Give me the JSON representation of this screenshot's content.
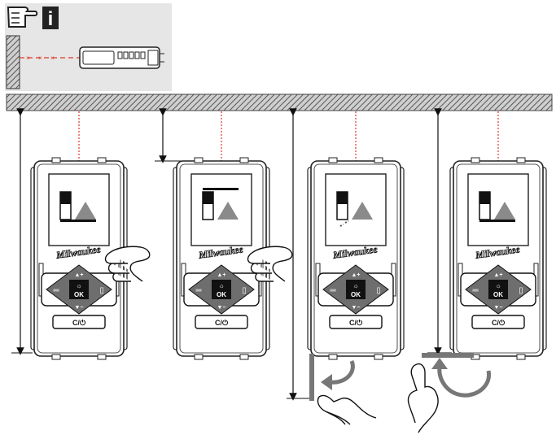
{
  "info_box": {
    "info_icon": "pointing-hand-info-icon",
    "info_letter": "i",
    "background": "#e6e6e6"
  },
  "devices": [
    {
      "brand": "Milwaukee",
      "ok_label": "OK",
      "clear_power_label": "C/⏻",
      "reference_mode": "rear-edge",
      "action": "press-reference-key"
    },
    {
      "brand": "Milwaukee",
      "ok_label": "OK",
      "clear_power_label": "C/⏻",
      "reference_mode": "front-edge",
      "action": "press-reference-key"
    },
    {
      "brand": "Milwaukee",
      "ok_label": "OK",
      "clear_power_label": "C/⏻",
      "reference_mode": "extended-pin",
      "action": "unfold-pin"
    },
    {
      "brand": "Milwaukee",
      "ok_label": "OK",
      "clear_power_label": "C/⏻",
      "reference_mode": "rear-edge-pin-folded",
      "action": "fold-pin"
    }
  ],
  "colors": {
    "laser": "#e0352b",
    "ceiling": "#7a7a7a",
    "device_outline": "#222222",
    "arrow_gray": "#777777",
    "triangle": "#8a8a8a",
    "brand_red": "#c8102e"
  },
  "icons": [
    "pointing-hand-icon",
    "rotate-arrow-icon",
    "hand-pointer-icon"
  ]
}
